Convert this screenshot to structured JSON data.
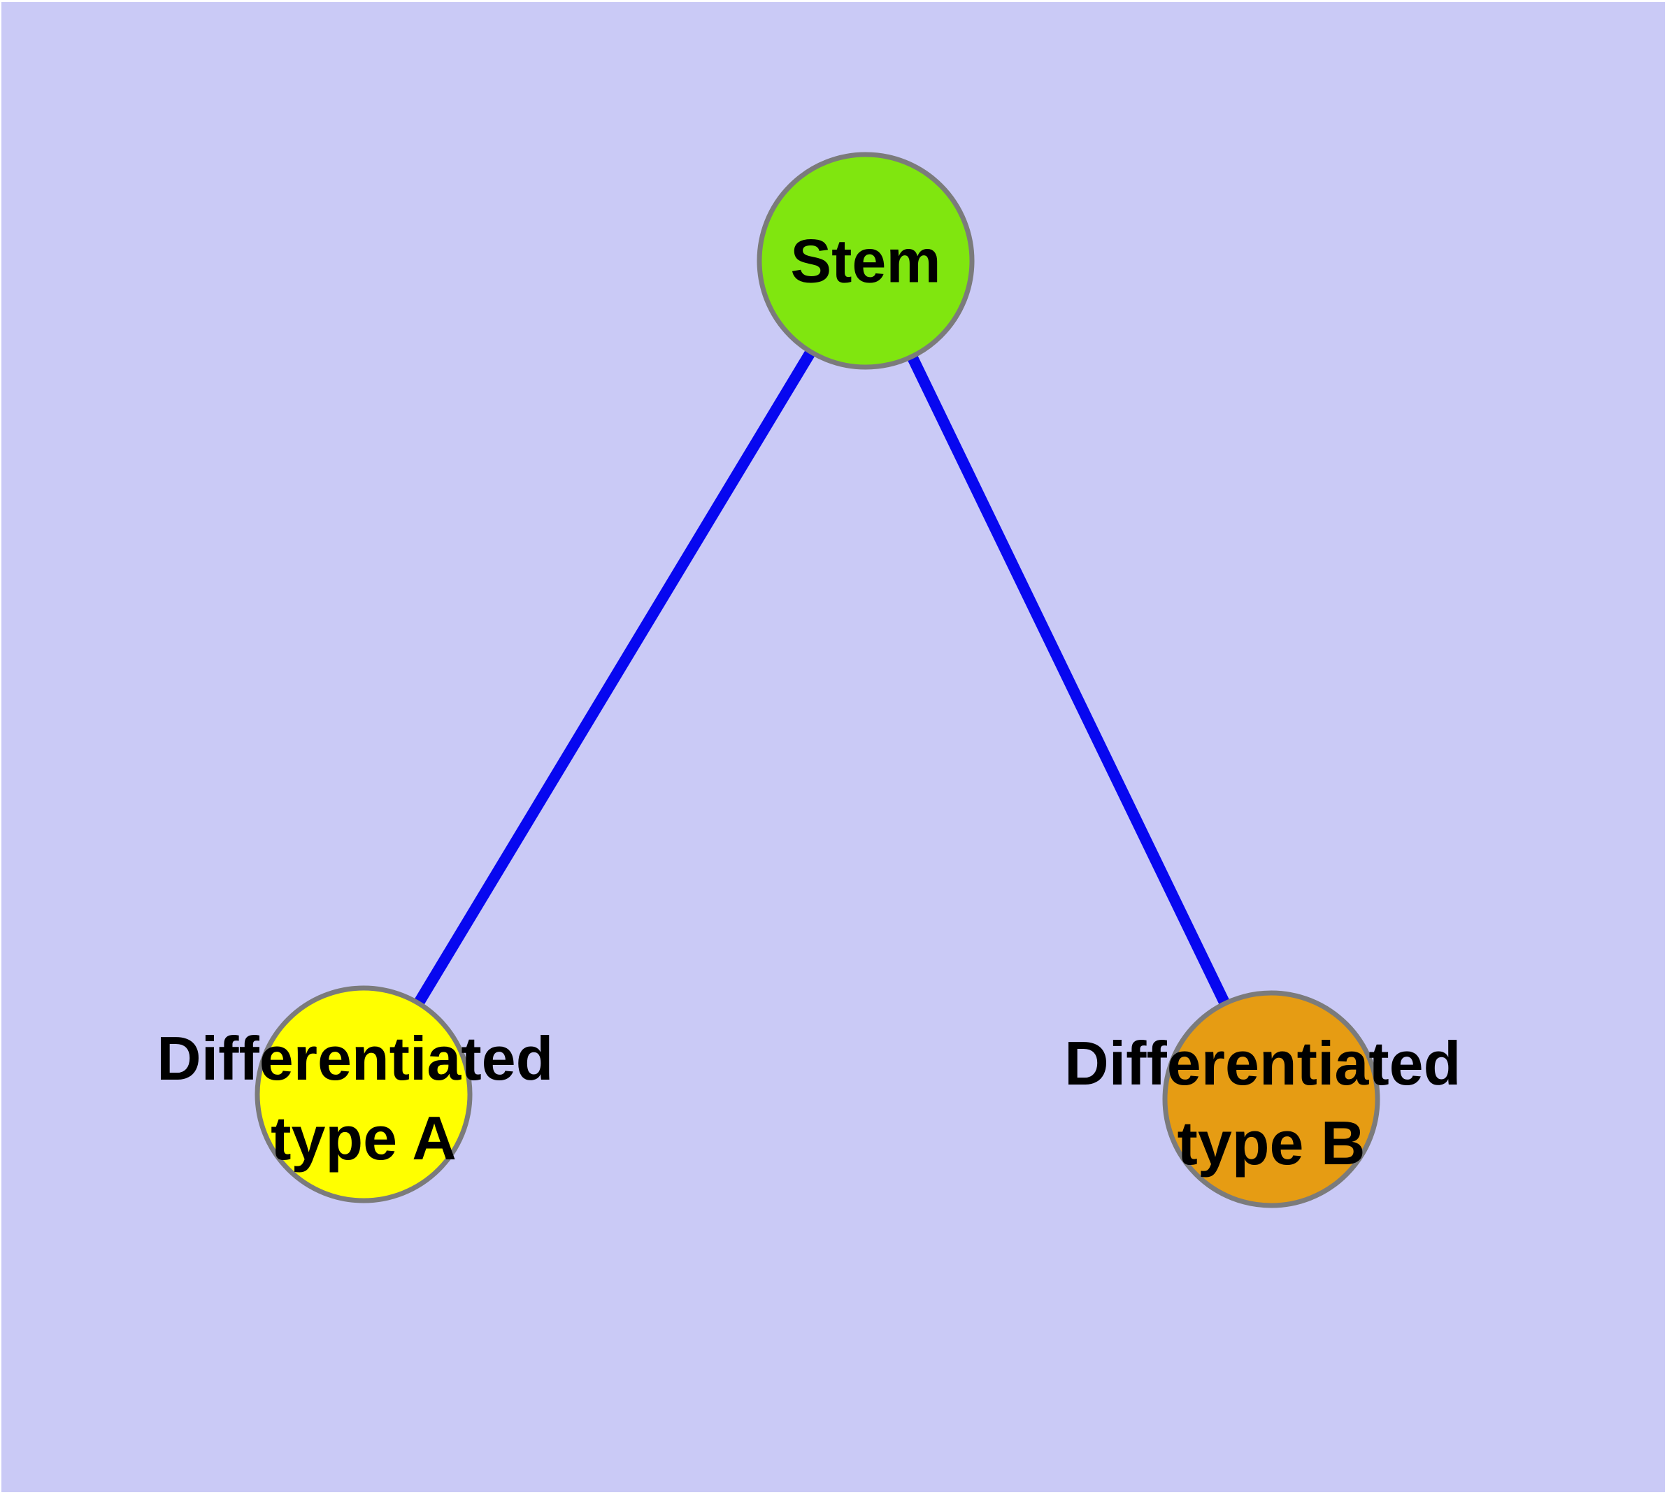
{
  "colors": {
    "background": "#CACAF6",
    "edge": "#0707F0",
    "node_border": "#7B7B7B",
    "label": "#000000"
  },
  "nodes": [
    {
      "id": "stem",
      "label": "Stem",
      "lines": [
        "Stem"
      ],
      "color": "#80E60F"
    },
    {
      "id": "differentiated-type-a",
      "label": "Differentiated type A",
      "lines": [
        "Differentiated",
        "type A"
      ],
      "color": "#FFFF00"
    },
    {
      "id": "differentiated-type-b",
      "label": "Differentiated type B",
      "lines": [
        "Differentiated",
        "type B"
      ],
      "color": "#E69C13"
    }
  ],
  "edges": [
    {
      "from": "Stem",
      "to": "Differentiated type A"
    },
    {
      "from": "Stem",
      "to": "Differentiated type B"
    }
  ]
}
